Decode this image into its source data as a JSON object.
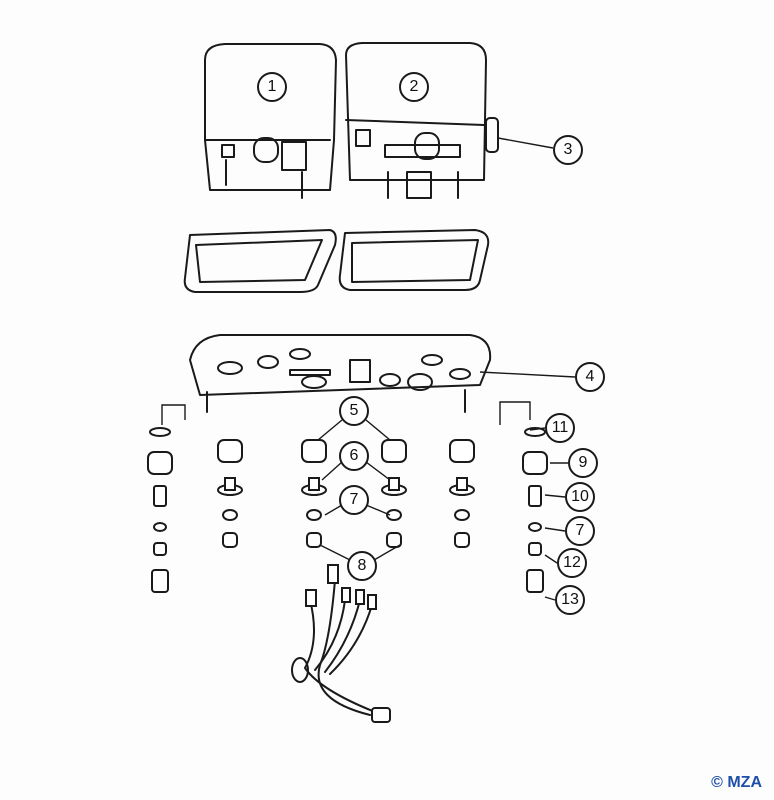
{
  "callouts": [
    "1",
    "2",
    "3",
    "4",
    "5",
    "6",
    "7",
    "8",
    "11",
    "9",
    "10",
    "7",
    "12",
    "13"
  ],
  "copyright": "© MZA",
  "colors": {
    "line": "#1a1a1a",
    "copyright": "#1f4fa8"
  }
}
